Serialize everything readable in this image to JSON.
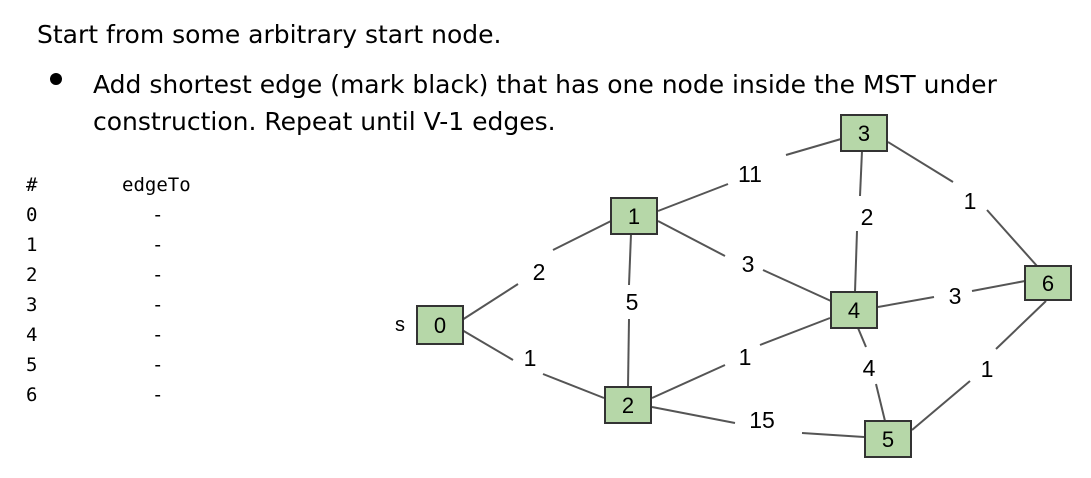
{
  "intro": "Start from some arbitrary start node.",
  "bullet": "Add shortest edge (mark black) that has one node inside the MST under construction. Repeat until V-1 edges.",
  "table": {
    "header_num": "#",
    "header_edge": "edgeTo",
    "rows": [
      {
        "num": "0",
        "edge_to": "-"
      },
      {
        "num": "1",
        "edge_to": "-"
      },
      {
        "num": "2",
        "edge_to": "-"
      },
      {
        "num": "3",
        "edge_to": "-"
      },
      {
        "num": "4",
        "edge_to": "-"
      },
      {
        "num": "5",
        "edge_to": "-"
      },
      {
        "num": "6",
        "edge_to": "-"
      }
    ]
  },
  "graph": {
    "start_marker": "s",
    "node_fill": "#b6d7a8",
    "node_stroke": "#333333",
    "edge_color": "#555555",
    "nodes": [
      {
        "id": "0",
        "label": "0"
      },
      {
        "id": "1",
        "label": "1"
      },
      {
        "id": "2",
        "label": "2"
      },
      {
        "id": "3",
        "label": "3"
      },
      {
        "id": "4",
        "label": "4"
      },
      {
        "id": "5",
        "label": "5"
      },
      {
        "id": "6",
        "label": "6"
      }
    ],
    "edges": [
      {
        "from": "0",
        "to": "1",
        "weight": "2"
      },
      {
        "from": "0",
        "to": "2",
        "weight": "1"
      },
      {
        "from": "1",
        "to": "2",
        "weight": "5"
      },
      {
        "from": "1",
        "to": "3",
        "weight": "11"
      },
      {
        "from": "1",
        "to": "4",
        "weight": "3"
      },
      {
        "from": "2",
        "to": "4",
        "weight": "1"
      },
      {
        "from": "2",
        "to": "5",
        "weight": "15"
      },
      {
        "from": "3",
        "to": "4",
        "weight": "2"
      },
      {
        "from": "3",
        "to": "6",
        "weight": "1"
      },
      {
        "from": "4",
        "to": "6",
        "weight": "3"
      },
      {
        "from": "4",
        "to": "5",
        "weight": "4"
      },
      {
        "from": "5",
        "to": "6",
        "weight": "1"
      }
    ]
  }
}
